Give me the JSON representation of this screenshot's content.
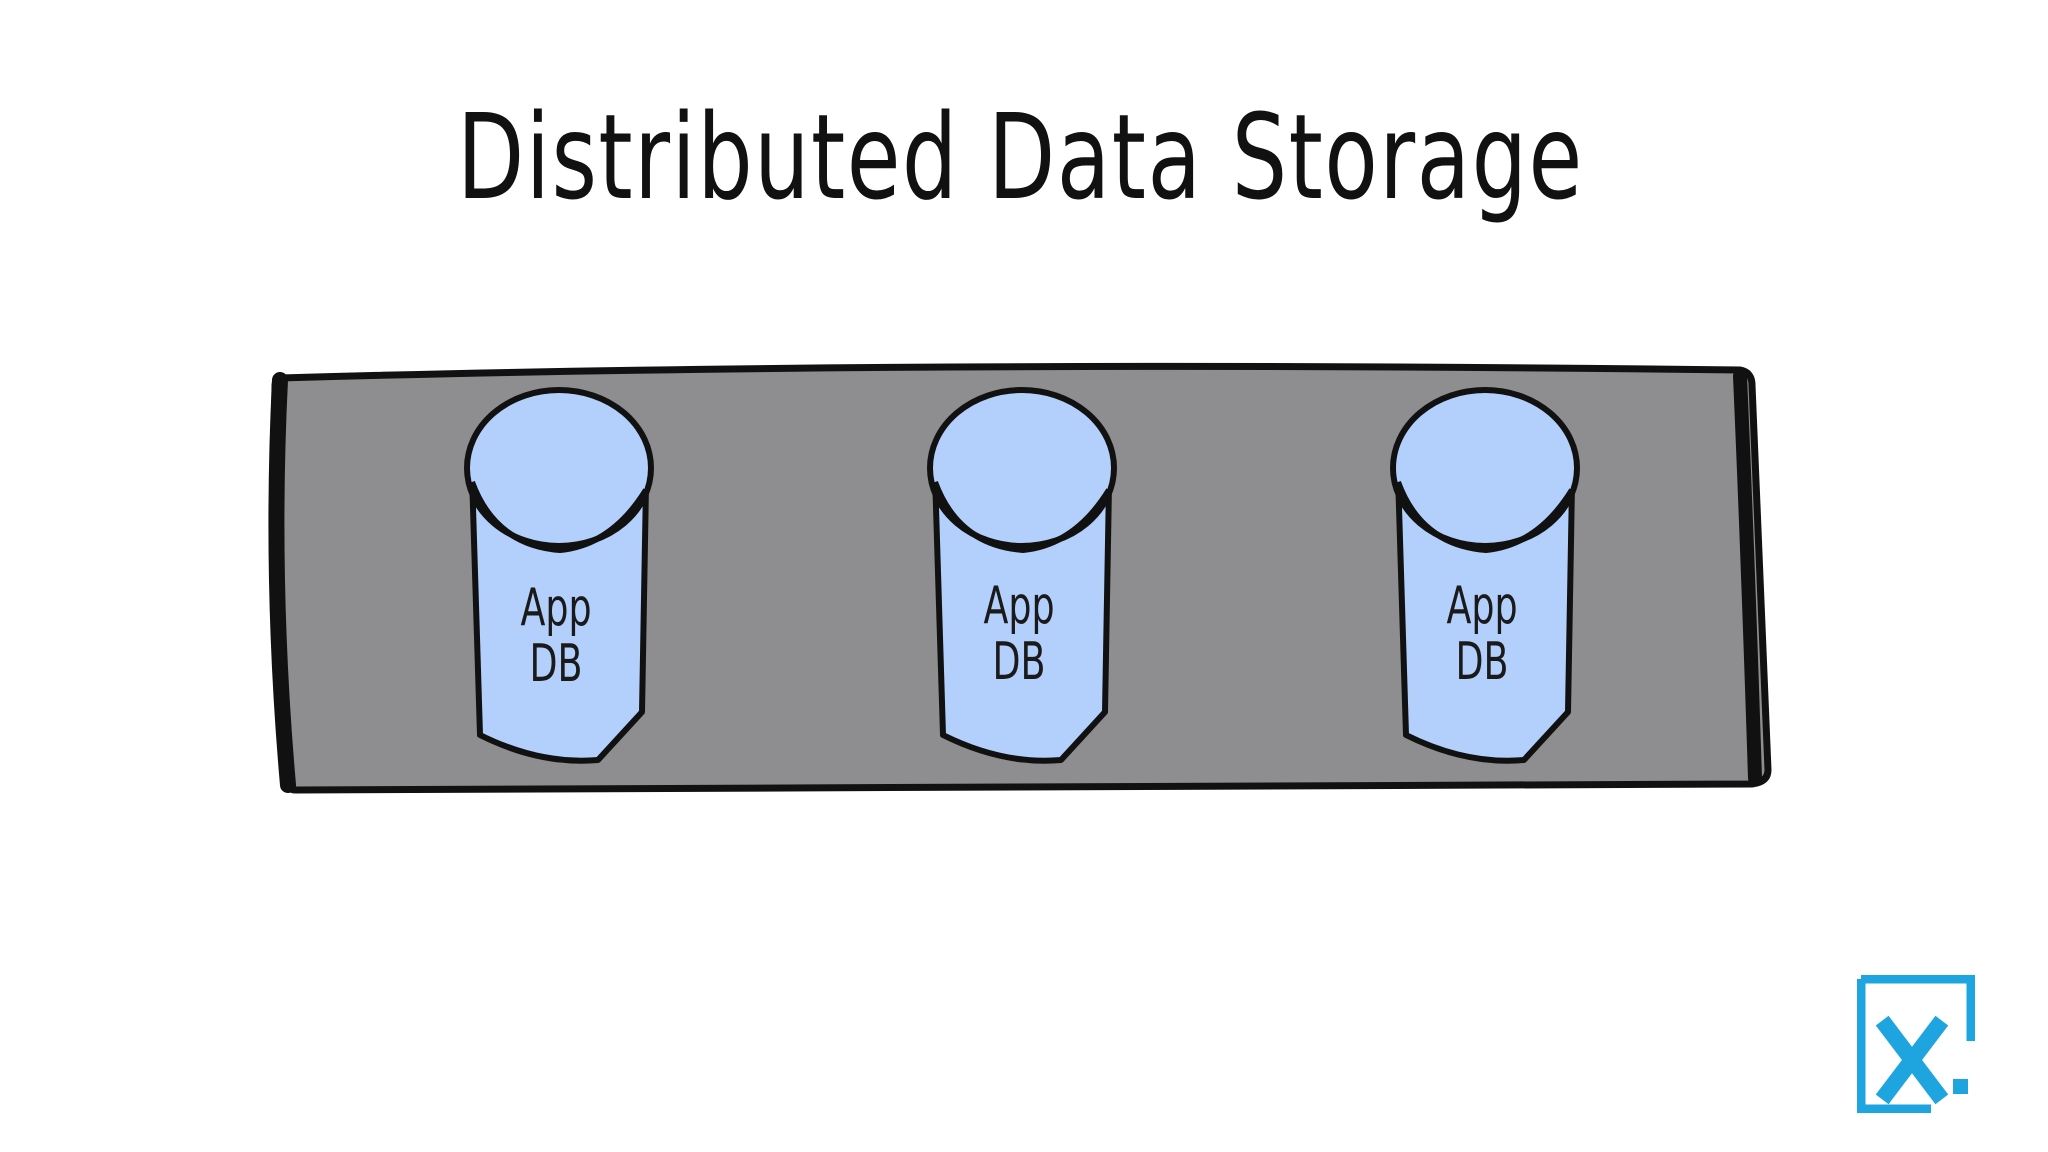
{
  "title": "Distributed Data Storage",
  "colors": {
    "panel_fill": "#8e8e90",
    "panel_stroke": "#111111",
    "cylinder_fill": "#b3cffb",
    "cylinder_stroke": "#111111",
    "logo": "#1ea4df"
  },
  "databases": [
    {
      "line1": "App",
      "line2": "DB"
    },
    {
      "line1": "App",
      "line2": "DB"
    },
    {
      "line1": "App",
      "line2": "DB"
    }
  ],
  "logo": {
    "icon": "x-logo-icon"
  }
}
